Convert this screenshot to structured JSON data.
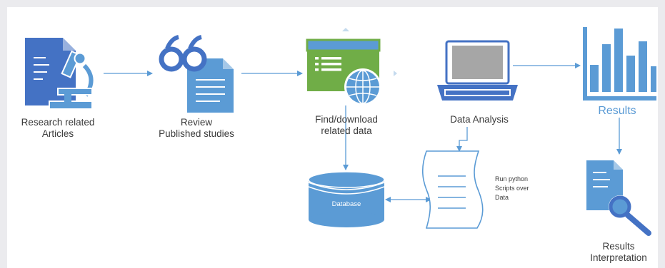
{
  "colors": {
    "primary_blue": "#5b9bd5",
    "dark_blue": "#4472c4",
    "green": "#70ad47",
    "label_text": "#3b3b3b",
    "background": "#ebebee"
  },
  "icons": [
    "document-microscope-icon",
    "glasses-document-icon",
    "window-globe-icon",
    "laptop-icon",
    "bar-chart-icon",
    "document-magnifier-icon",
    "database-icon",
    "script-scroll-icon"
  ],
  "steps": {
    "research_line1": "Research related",
    "research_line2": "Articles",
    "review_line1": "Review",
    "review_line2": "Published studies",
    "find_line1": "Find/download",
    "find_line2": "related data",
    "analysis": "Data Analysis",
    "results": "Results",
    "interpretation_line1": "Results",
    "interpretation_line2": "Interpretation"
  },
  "database": {
    "label": "Database"
  },
  "script": {
    "line1": "Run python",
    "line2": "Scripts over",
    "line3": "Data"
  }
}
